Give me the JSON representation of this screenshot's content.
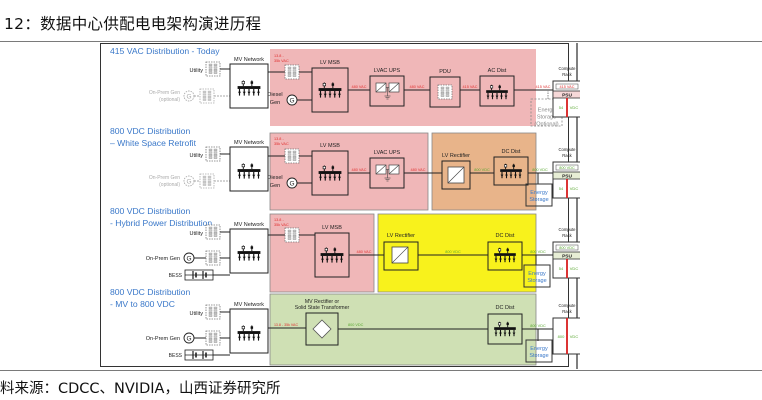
{
  "figure": {
    "title": "12：数据中心供配电电架构演进历程",
    "source": "料来源：CDCC、NVIDIA，山西证券研究所"
  },
  "colors": {
    "section_title": "#3a78c9",
    "voltage_ac": "#e03030",
    "voltage_dc": "#5aa832",
    "zone_pink": "#f0b7b8",
    "zone_orange": "#e8b48a",
    "zone_yellow": "#f8f21c",
    "zone_green": "#cfe0b4",
    "rack_bar": "#d81e1e"
  },
  "common": {
    "mv_network": "MV Network",
    "utility": "Utility",
    "on_prem_gen": "On-Prem Gen",
    "optional": "(optional)",
    "bess": "BESS",
    "diesel": "Diesel",
    "gen": "Gen",
    "mv_voltage_l1": "13.8 -",
    "mv_voltage_l2": "35k VAC",
    "lv_msb": "LV MSB",
    "lvac_ups": "LVAC UPS",
    "pdu": "PDU",
    "ac_dist": "AC Dist",
    "dc_dist": "DC Dist",
    "lv_rectifier": "LV Rectifier",
    "energy": "Energy",
    "storage": "Storage",
    "optional_cap": "(Optional)",
    "compute": "Compute",
    "rack": "Rack",
    "psu": "PSU",
    "or": "or",
    "v480ac": "480 VAC",
    "v415ac": "415 VAC",
    "v800dc": "800 VDC",
    "v54": "54",
    "v800": "800",
    "vdc": "VDC",
    "mv_rect_l1": "MV Rectifier or",
    "mv_rect_l2": "Solid State Transformer",
    "mv_inline": "13.8 - 35k VAC"
  },
  "sections": [
    {
      "title_l1": "415 VAC Distribution - Today",
      "title_l2": ""
    },
    {
      "title_l1": "800 VDC Distribution",
      "title_l2": "– White Space Retrofit"
    },
    {
      "title_l1": "800 VDC Distribution",
      "title_l2": "- Hybrid Power Distribution"
    },
    {
      "title_l1": "800 VDC Distribution",
      "title_l2": "- MV to 800 VDC"
    }
  ]
}
